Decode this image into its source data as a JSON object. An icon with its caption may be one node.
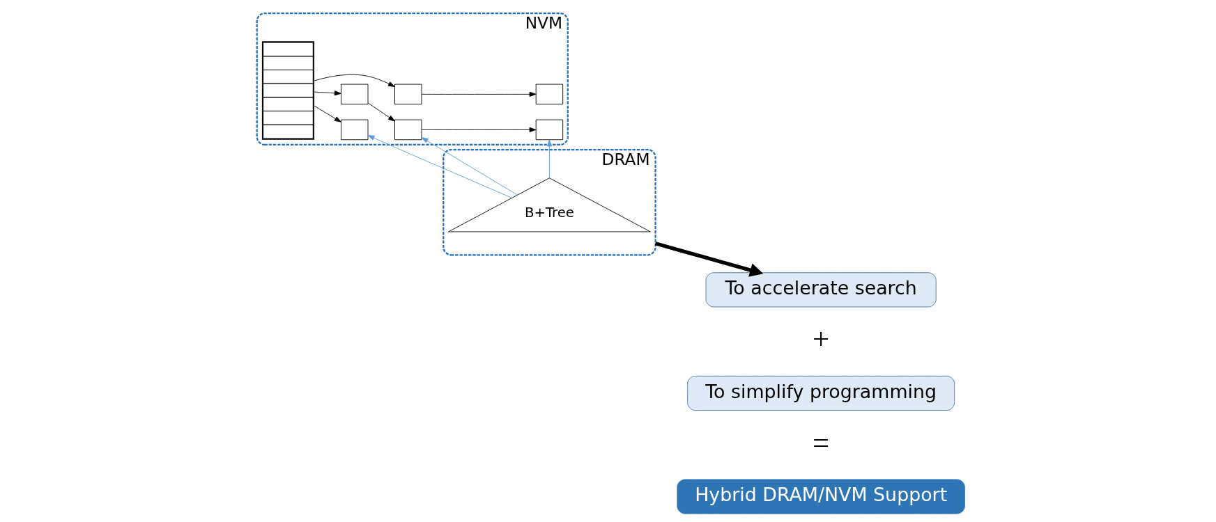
{
  "diagram": {
    "nodes": [
      {
        "text": [
          "DRAM"
        ]
      },
      {
        "text": [
          "B+Tree"
        ],
        "in": 0
      },
      {
        "text": [
          "NVM"
        ]
      },
      {
        "text": [],
        "shape": "bar",
        "in": 2
      },
      {
        "text": [],
        "shape": "box",
        "in": 2
      },
      {
        "text": [],
        "shape": "box",
        "in": 2
      },
      {
        "text": [],
        "shape": "box",
        "in": 2
      },
      {
        "text": [],
        "shape": "box",
        "in": 2
      },
      {
        "text": [],
        "shape": "box",
        "in": 2
      },
      {
        "text": [],
        "shape": "box",
        "in": 2
      },
      {
        "text": [
          "To accelerate search"
        ]
      },
      {
        "text": [
          "To simplify programming"
        ]
      },
      {
        "text": [
          "Hybrid DRAM/NVM Support"
        ]
      }
    ],
    "edges": [
      {
        "from": 0,
        "to": 10,
        "arrow": "to",
        "style": "thick"
      },
      {
        "from": 1,
        "to": 4,
        "arrow": "to",
        "color": "#5b9bd5"
      },
      {
        "from": 1,
        "to": 6,
        "arrow": "to",
        "color": "#5b9bd5"
      },
      {
        "from": 1,
        "to": 7,
        "arrow": "to",
        "color": "#5b9bd5"
      },
      {
        "from": 3,
        "to": 4,
        "arrow": "to"
      },
      {
        "from": 3,
        "to": 5,
        "arrow": "to"
      },
      {
        "from": 5,
        "to": 6,
        "arrow": "to"
      },
      {
        "from": 6,
        "to": 7,
        "arrow": "to"
      },
      {
        "from": 3,
        "to": 8,
        "arrow": "to"
      },
      {
        "from": 8,
        "to": 9,
        "arrow": "to"
      }
    ],
    "labels": [
      "+",
      "="
    ]
  }
}
